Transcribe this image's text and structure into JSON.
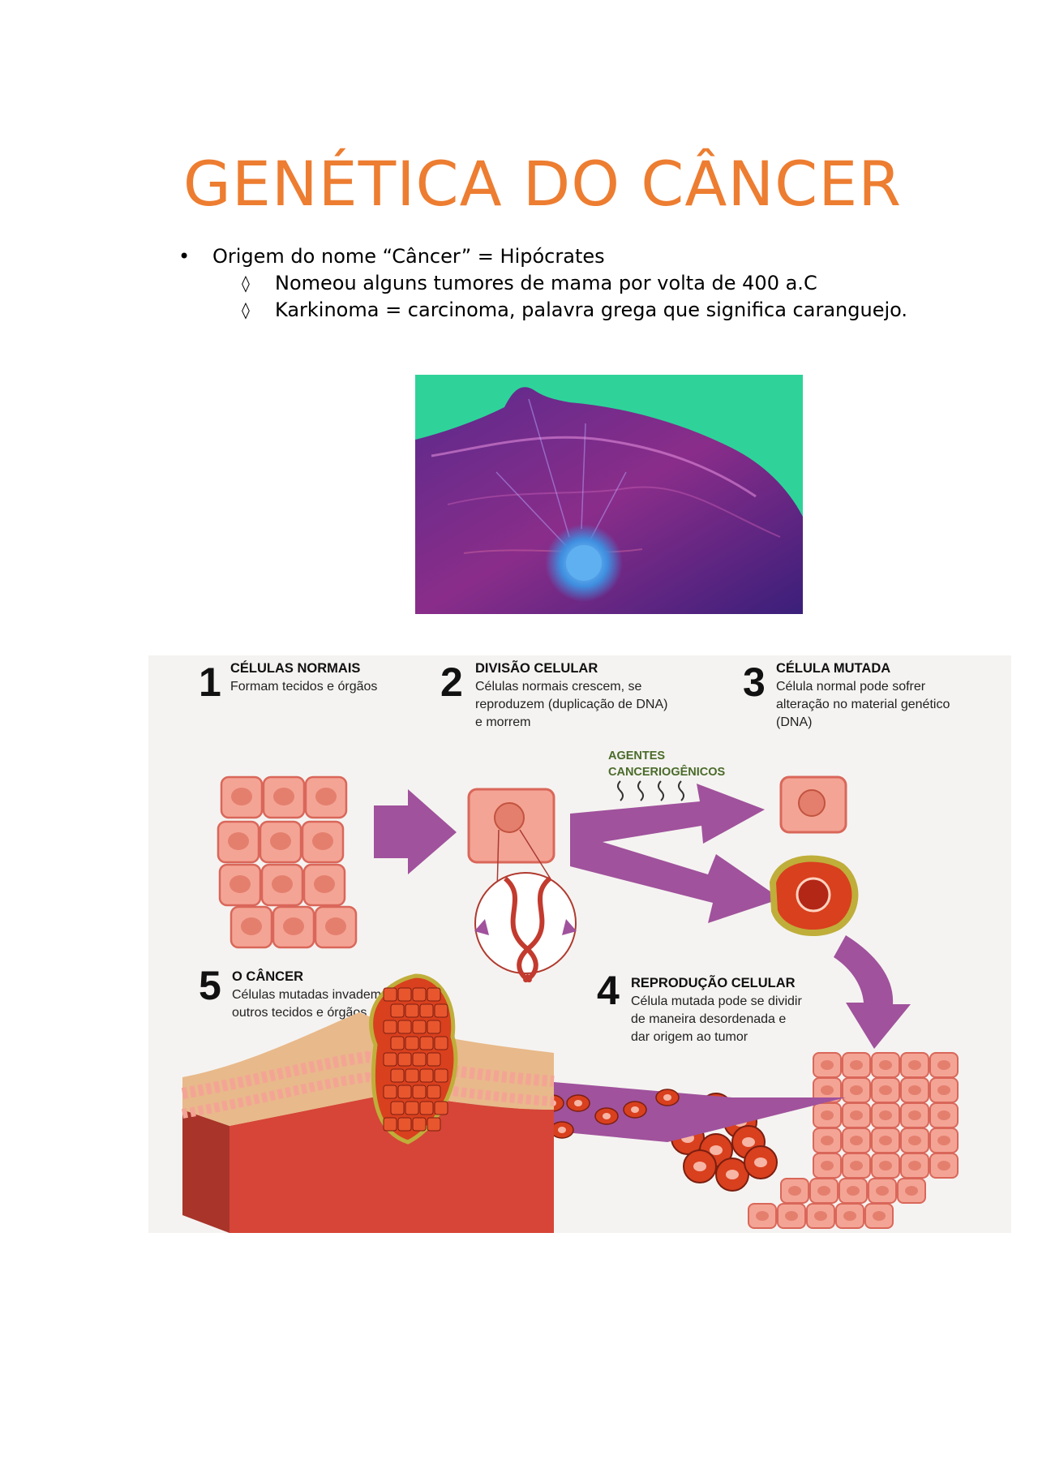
{
  "document": {
    "title": "GENÉTICA DO CÂNCER",
    "bullets": [
      {
        "text": "Origem do nome “Câncer” = Hipócrates",
        "sub": [
          "Nomeou alguns tumores de mama por volta de 400 a.C",
          "Karkinoma = carcinoma, palavra grega que significa caranguejo."
        ]
      }
    ],
    "bullet_symbol": "•",
    "sub_bullet_symbol": "◊"
  },
  "infographic": {
    "steps": [
      {
        "number": "1",
        "heading": "CÉLULAS NORMAIS",
        "lines": [
          "Formam tecidos e órgãos"
        ]
      },
      {
        "number": "2",
        "heading": "DIVISÃO CELULAR",
        "lines": [
          "Células normais crescem, se",
          "reproduzem (duplicação de DNA)",
          "e morrem"
        ]
      },
      {
        "number": "3",
        "heading": "CÉLULA MUTADA",
        "lines": [
          "Célula normal pode sofrer",
          "alteração no material genético",
          "(DNA)"
        ]
      },
      {
        "number": "4",
        "heading": "REPRODUÇÃO CELULAR",
        "lines": [
          "Célula mutada pode se dividir",
          "de maneira desordenada e",
          "dar origem ao tumor"
        ]
      },
      {
        "number": "5",
        "heading": "O CÂNCER",
        "lines": [
          "Células mutadas invadem",
          "outros tecidos e órgãos"
        ]
      }
    ],
    "agents_label": [
      "AGENTES",
      "CANCERIOGÊNICOS"
    ],
    "colors": {
      "background": "#f5f3f1",
      "cell_fill": "#f4a495",
      "cell_stroke": "#d9675a",
      "nucleus": "#e47f6e",
      "arrow": "#a0529c",
      "mutated": "#d9401e",
      "mutated_ring": "#bfae3a",
      "tissue_top": "#e8b98a",
      "tissue_red": "#d64537"
    }
  },
  "photo": {
    "colors": {
      "background": "#2fd39a",
      "tissue": "#7a2d8e",
      "tumor": "#3f8fe0"
    }
  }
}
